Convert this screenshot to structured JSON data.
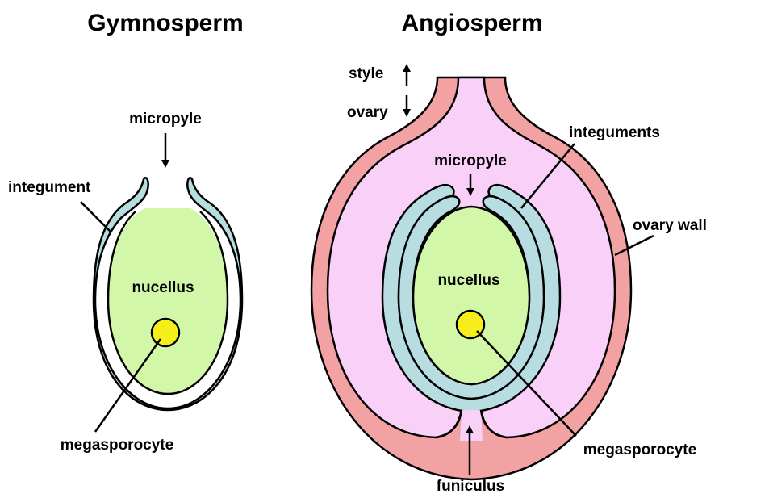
{
  "gymnosperm": {
    "title": "Gymnosperm",
    "labels": {
      "micropyle": "micropyle",
      "integument": "integument",
      "nucellus": "nucellus",
      "megasporocyte": "megasporocyte"
    }
  },
  "angiosperm": {
    "title": "Angiosperm",
    "labels": {
      "style": "style",
      "ovary": "ovary",
      "micropyle": "micropyle",
      "integuments": "integuments",
      "ovary_wall": "ovary wall",
      "nucellus": "nucellus",
      "megasporocyte": "megasporocyte",
      "funiculus": "funiculus"
    }
  },
  "colors": {
    "integument": "#b7dde0",
    "nucellus": "#d2f7a8",
    "nucellus_top": "#c8f5a0",
    "megasporocyte": "#f5ee1a",
    "ovary_wall": "#f3a2a4",
    "ovary_cavity": "#f8d0f8",
    "outline": "#000000"
  }
}
